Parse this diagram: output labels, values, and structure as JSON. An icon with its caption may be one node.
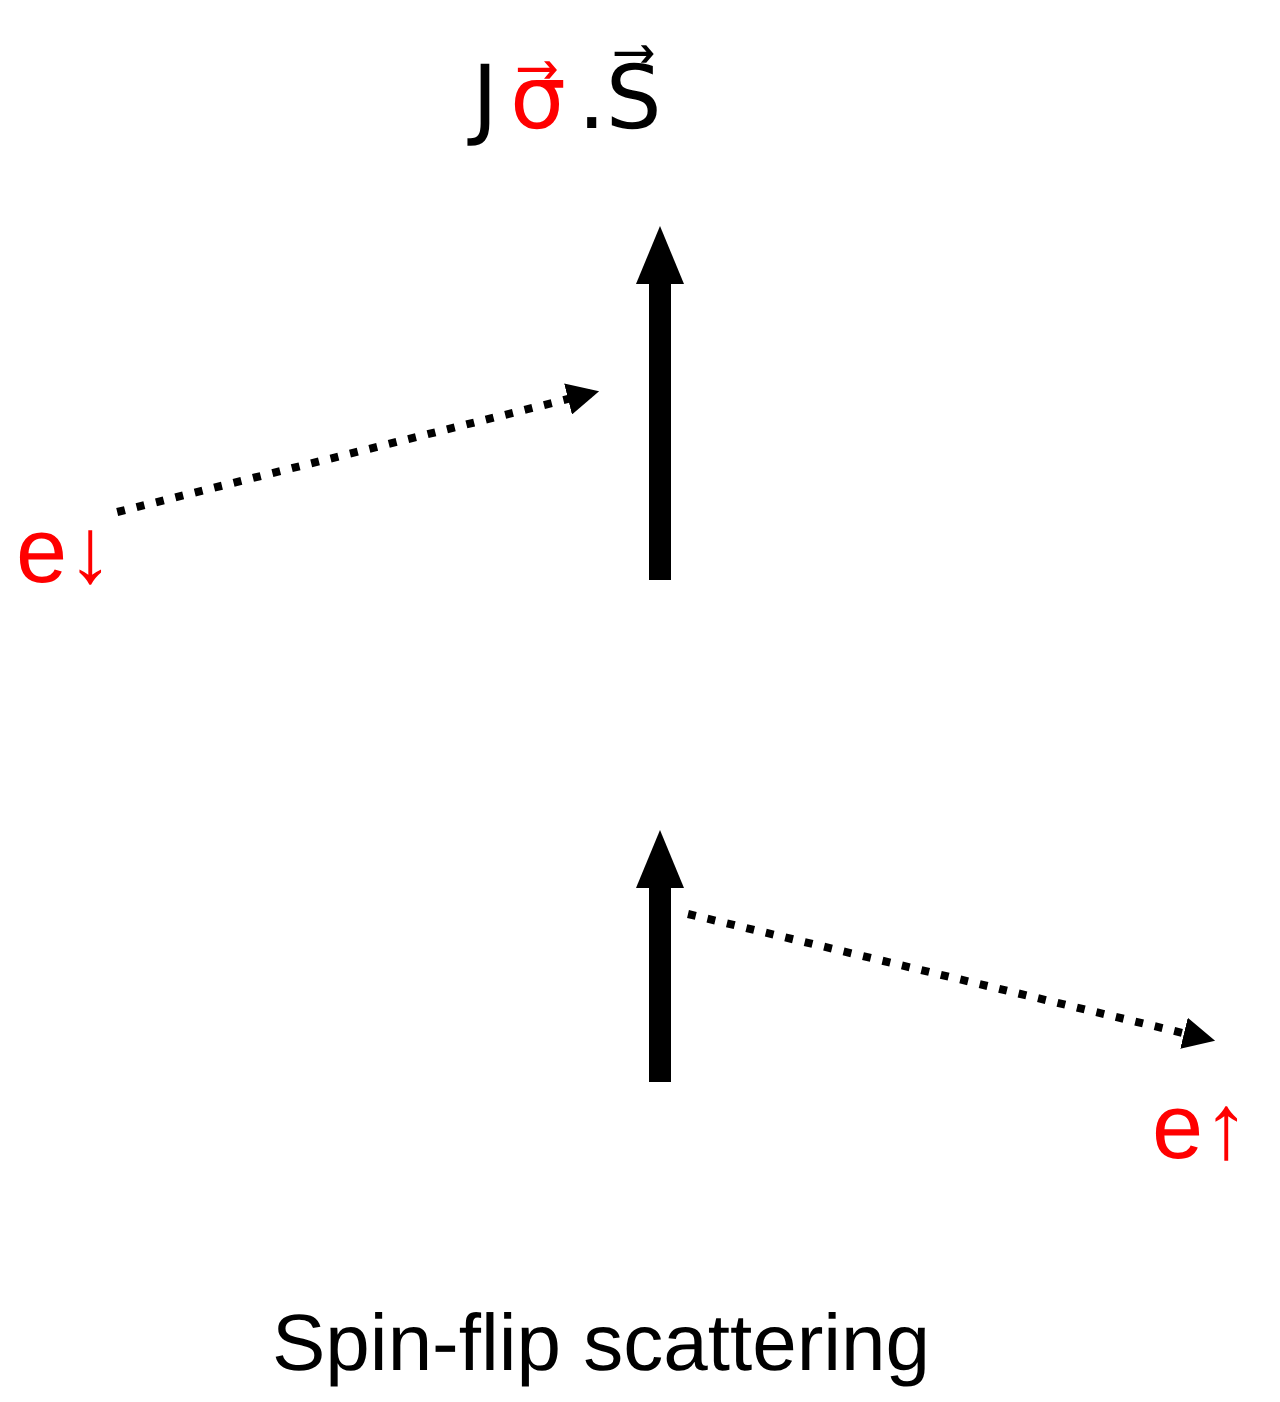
{
  "diagram": {
    "caption": "Spin-flip scattering",
    "nodes": [
      {
        "text": [],
        "shape": "arrow"
      },
      {
        "text": [
          "e↓"
        ]
      },
      {
        "text": [],
        "shape": "arrow"
      },
      {
        "text": [
          "e↑"
        ]
      }
    ],
    "edges": [
      {
        "from": 1,
        "to": 0,
        "arrow": "to",
        "style": "dashed"
      },
      {
        "from": 2,
        "to": 3,
        "arrow": "to",
        "style": "dashed"
      }
    ],
    "labels": [
      "J",
      "σ⃗",
      ".S⃗"
    ]
  }
}
